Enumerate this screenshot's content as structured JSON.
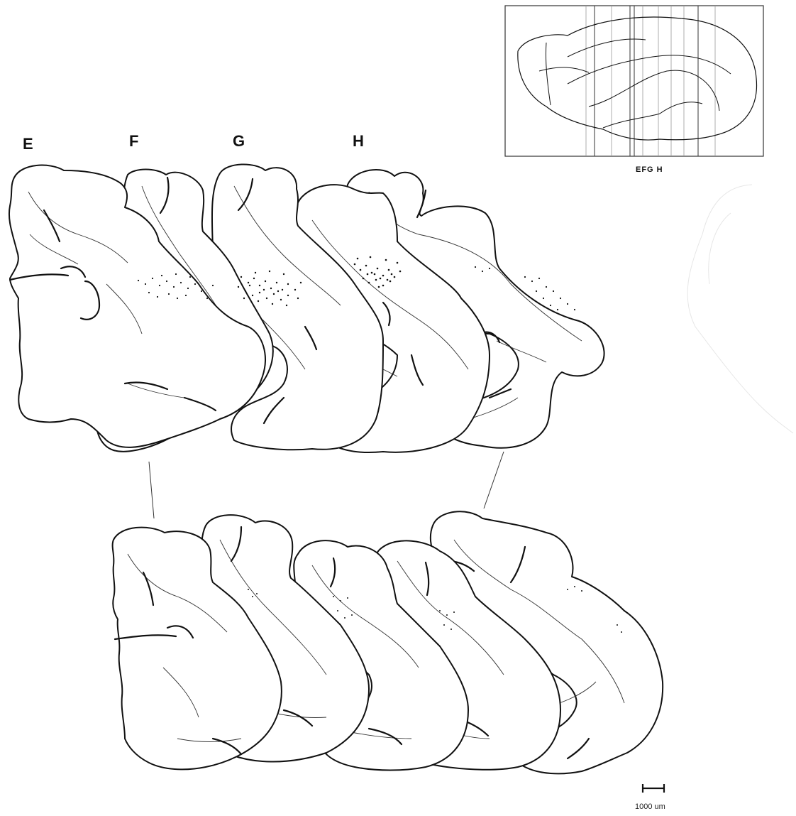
{
  "section_labels": [
    "E",
    "F",
    "G",
    "H"
  ],
  "inset": {
    "labels": "EFG H"
  },
  "scale_bar": {
    "label": "1000 um"
  },
  "colors": {
    "ink": "#111111",
    "background": "#ffffff"
  }
}
